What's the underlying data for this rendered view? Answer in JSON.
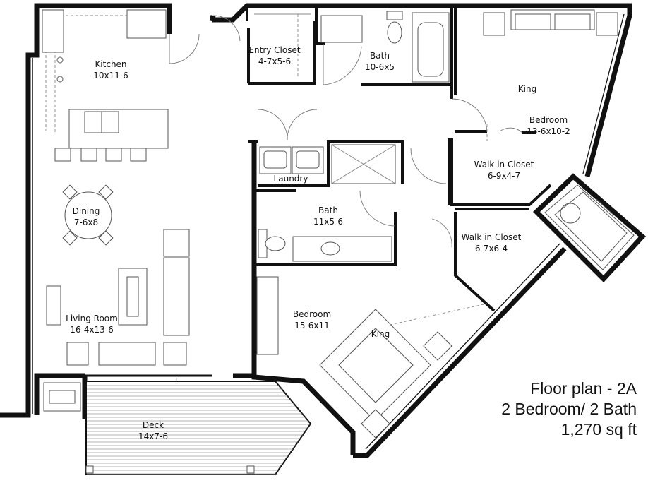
{
  "title": {
    "line1": "Floor plan - 2A",
    "line2": "2 Bedroom/ 2 Bath",
    "line3": "1,270 sq ft"
  },
  "rooms": {
    "kitchen": {
      "name": "Kitchen",
      "size": "10x11-6"
    },
    "entry_closet": {
      "name": "Entry Closet",
      "size": "4-7x5-6"
    },
    "bath_top": {
      "name": "Bath",
      "size": "10-6x5"
    },
    "bed_top_king": "King",
    "bedroom_top": {
      "name": "Bedroom",
      "size": "13-6x10-2"
    },
    "walkin_top": {
      "name": "Walk in Closet",
      "size": "6-9x4-7"
    },
    "laundry": {
      "name": "Laundry"
    },
    "dining": {
      "name": "Dining",
      "size": "7-6x8"
    },
    "bath_mid": {
      "name": "Bath",
      "size": "11x5-6"
    },
    "walkin_mid": {
      "name": "Walk in Closet",
      "size": "6-7x6-4"
    },
    "living": {
      "name": "Living Room",
      "size": "16-4x13-6"
    },
    "bedroom_main": {
      "name": "Bedroom",
      "size": "15-6x11"
    },
    "bed_main_king": "King",
    "deck": {
      "name": "Deck",
      "size": "14x7-6"
    }
  }
}
